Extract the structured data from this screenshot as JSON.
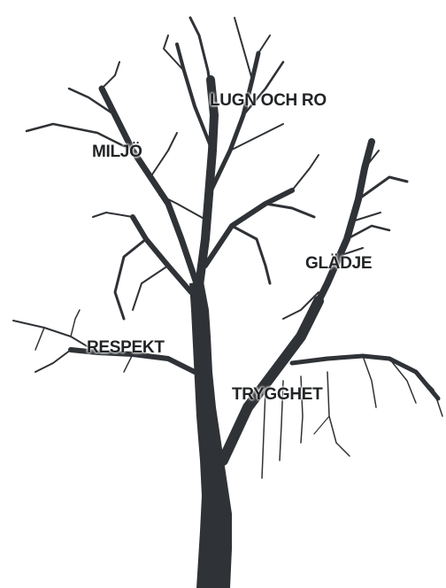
{
  "colors": {
    "background": "#ffffff",
    "tree": "#2f3236",
    "label_text": "#222426",
    "label_halo": "#ffffff"
  },
  "labels": {
    "lugn_och_ro": "LUGN OCH RO",
    "miljo": "MILJÖ",
    "gladje": "GLÄDJE",
    "respekt": "RESPEKT",
    "trygghet": "TRYGGHET"
  }
}
